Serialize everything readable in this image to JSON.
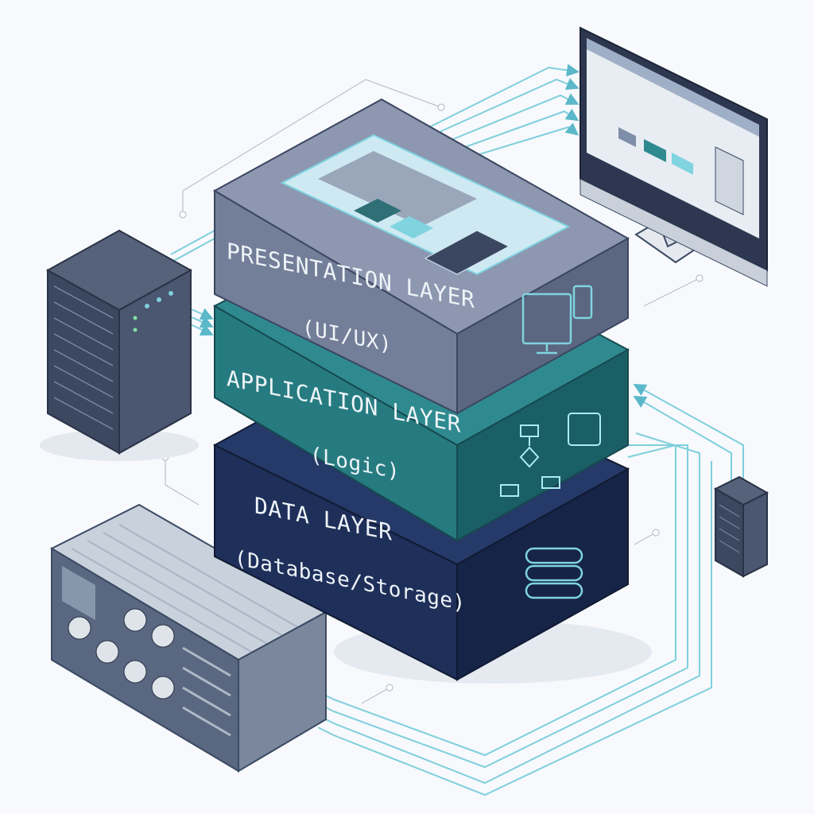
{
  "layers": [
    {
      "title": "PRESENTATION LAYER",
      "subtitle": "(UI/UX)",
      "color_top": "#8d97b0",
      "color_left": "#737e99",
      "color_right": "#5b6680",
      "icon": "monitor-phone-icon"
    },
    {
      "title": "APPLICATION LAYER",
      "subtitle": "(Logic)",
      "color_top": "#2f8a8f",
      "color_left": "#267b80",
      "color_right": "#1b5f66",
      "icon": "flowchart-icon"
    },
    {
      "title": "DATA LAYER",
      "subtitle": "(Database/Storage)",
      "color_top": "#253a68",
      "color_left": "#1e2f5a",
      "color_right": "#162447",
      "icon": "database-icon"
    }
  ],
  "devices": [
    "client-monitor",
    "rack-server",
    "storage-container",
    "small-server"
  ],
  "colors": {
    "connector": "#7fcfdc",
    "outline": "#3b4a63",
    "background": "#f7f9fc"
  }
}
